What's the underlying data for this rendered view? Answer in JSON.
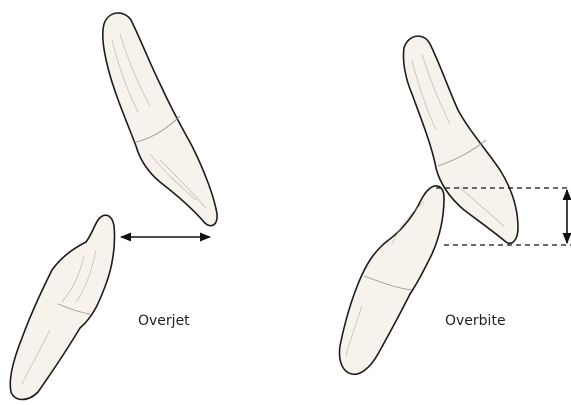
{
  "labels": {
    "overjet": "Overjet",
    "overbite": "Overbite"
  },
  "colors": {
    "tooth_fill": "#f7f3ec",
    "tooth_stroke": "#1c1c1c",
    "hatch": "#9c978f",
    "arrow": "#111111"
  },
  "icons": {
    "overjet_arrow": "double-headed-horizontal-arrow",
    "overbite_arrow": "double-headed-vertical-arrow"
  }
}
